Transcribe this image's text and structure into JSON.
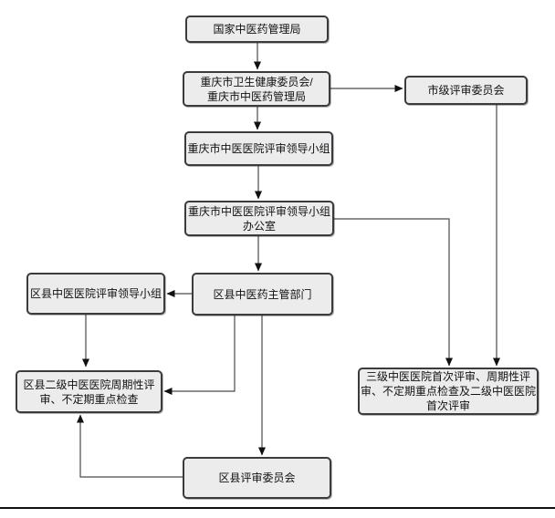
{
  "colors": {
    "background": "#ffffff",
    "node_fill": "#ececec",
    "node_border": "#3a3a40",
    "connector": "#4a4a4a",
    "arrowhead": "#111111",
    "bottom_rule": "#111111"
  },
  "nodes": {
    "national_tcm_admin": {
      "label": "国家中医药管理局"
    },
    "cq_health_commission": {
      "lines": [
        "重庆市卫生健康委员会/",
        "重庆市中医药管理局"
      ]
    },
    "municipal_review_committee": {
      "label": "市级评审委员会"
    },
    "cq_review_leading_group": {
      "label": "重庆市中医医院评审领导小组"
    },
    "cq_review_leading_group_office": {
      "lines": [
        "重庆市中医医院评审领导小组",
        "办公室"
      ]
    },
    "district_tcm_dept": {
      "label": "区县中医药主管部门"
    },
    "district_review_leading_group": {
      "label": "区县中医医院评审领导小组"
    },
    "district_periodic_review": {
      "lines": [
        "区县二级中医医院周期性评",
        "审、不定期重点检查"
      ]
    },
    "district_review_committee": {
      "label": "区县评审委员会"
    },
    "tertiary_first_review": {
      "lines": [
        "三级中医医院首次评审、周期性评",
        "审、不定期重点检查及二级中医医院",
        "首次评审"
      ]
    }
  }
}
